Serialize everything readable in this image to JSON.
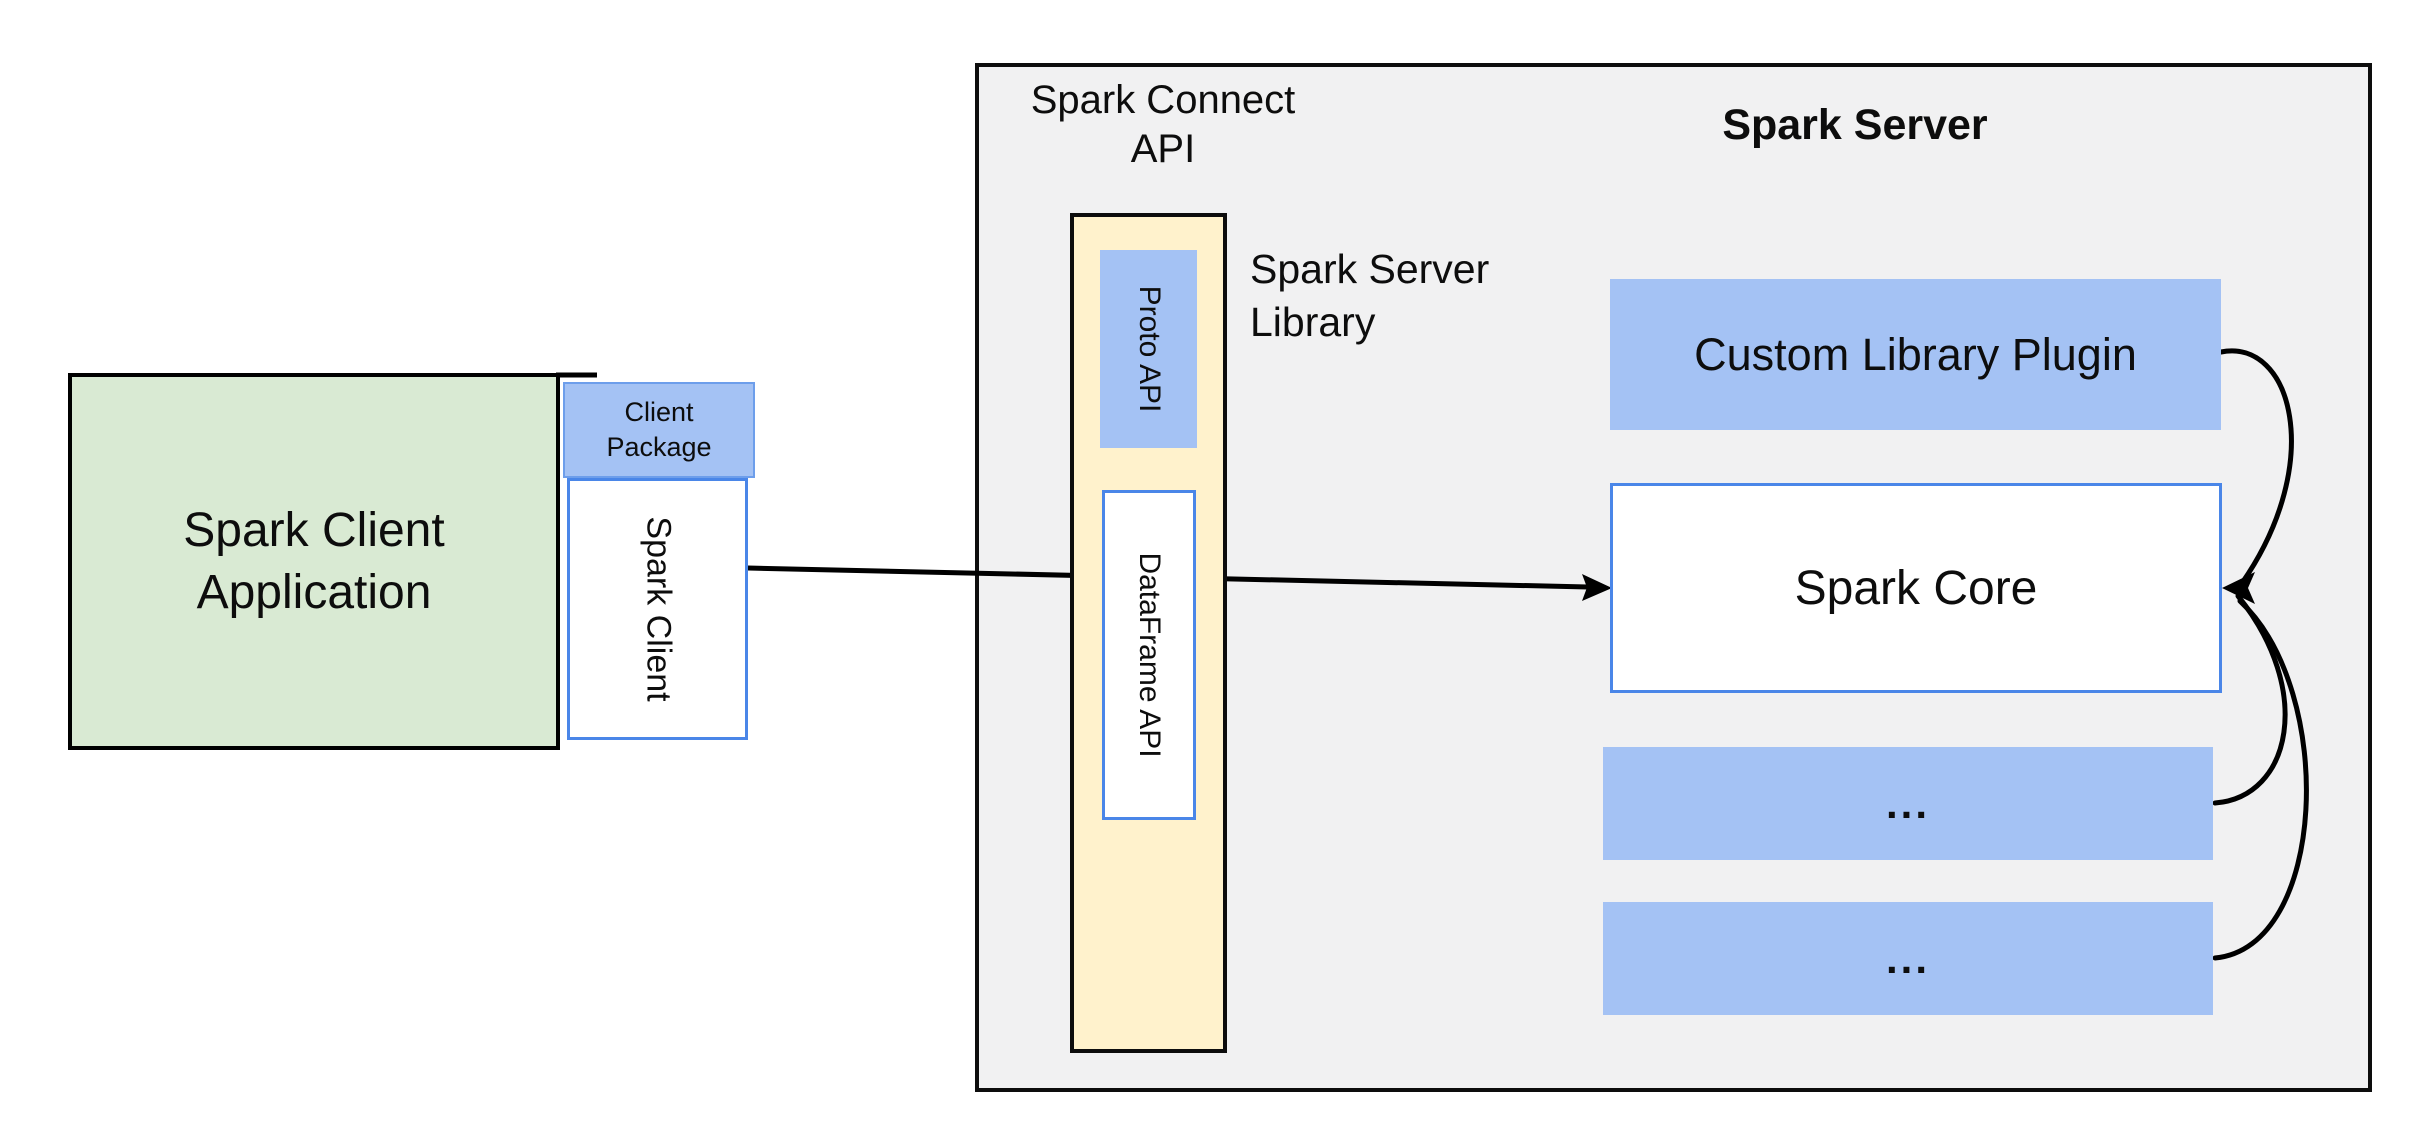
{
  "diagram": {
    "client": {
      "application_label": "Spark Client\nApplication",
      "package_label": "Client\nPackage",
      "spark_client_label": "Spark Client"
    },
    "connect": {
      "api_label": "Spark Connect\nAPI",
      "proto_api_label": "Proto  API",
      "dataframe_api_label": "DataFrame API",
      "server_library_label": "Spark Server\nLibrary"
    },
    "server": {
      "title": "Spark Server",
      "custom_plugin_label": "Custom Library Plugin",
      "spark_core_label": "Spark Core",
      "plugin_slot_1_label": "...",
      "plugin_slot_2_label": "..."
    },
    "edges": [
      "spark-client to spark-core",
      "custom-library-plugin to spark-core",
      "plugin-slot-1 to spark-core",
      "plugin-slot-2 to spark-core"
    ],
    "colors": {
      "client_app_fill": "#d9ead3",
      "blue_fill": "#a4c2f4",
      "blue_border": "#4a86e8",
      "connect_column_fill": "#fff2cc",
      "server_container_fill": "#f1f1f2",
      "line_color": "#000000",
      "background": "#ffffff"
    }
  }
}
